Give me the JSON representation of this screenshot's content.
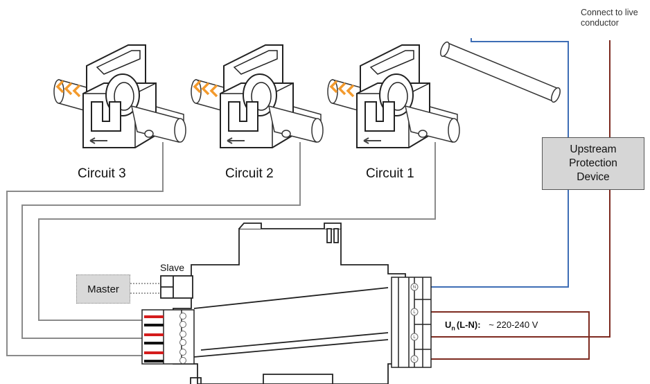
{
  "labels": {
    "connect_note": "Connect to live conductor",
    "circuit_3": "Circuit 3",
    "circuit_2": "Circuit 2",
    "circuit_1": "Circuit 1",
    "upstream_device": "Upstream Protection Device",
    "master": "Master",
    "slave": "Slave",
    "voltage_symbol": "U",
    "voltage_subscript": "n",
    "voltage_mode": "(L-N)",
    "voltage_colon": ":",
    "voltage_value": "~ 220-240 V"
  },
  "terminal_marks": {
    "right": [
      "N",
      "L",
      "L",
      "L"
    ]
  },
  "colors": {
    "neutral_wire": "#3d6db5",
    "live_wire": "#7d2a1f",
    "ct_wire": "#8a8a8a",
    "red_lead": "#d41c1c",
    "arrow_orange": "#f39a2d",
    "box_fill": "#d6d6d6"
  }
}
